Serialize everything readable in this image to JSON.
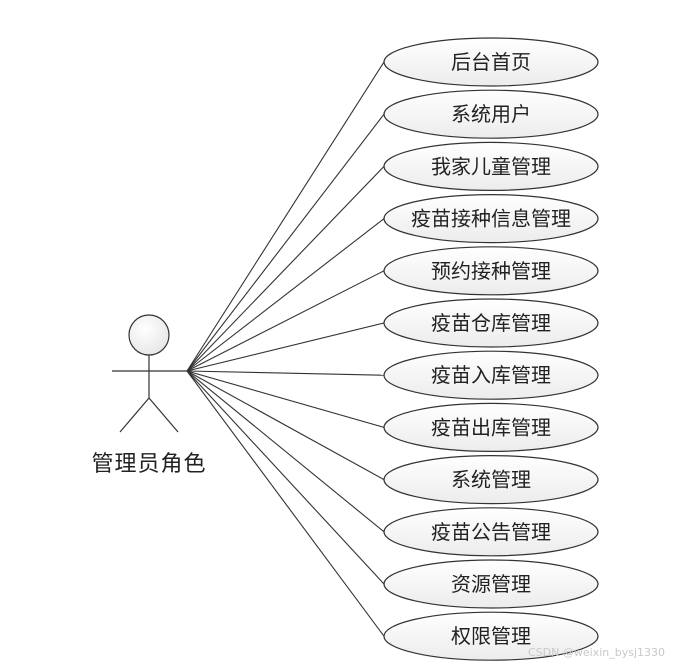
{
  "actor": {
    "label": "管理员角色"
  },
  "use_cases": [
    {
      "label": "后台首页"
    },
    {
      "label": "系统用户"
    },
    {
      "label": "我家儿童管理"
    },
    {
      "label": "疫苗接种信息管理"
    },
    {
      "label": "预约接种管理"
    },
    {
      "label": "疫苗仓库管理"
    },
    {
      "label": "疫苗入库管理"
    },
    {
      "label": "疫苗出库管理"
    },
    {
      "label": "系统管理"
    },
    {
      "label": "疫苗公告管理"
    },
    {
      "label": "资源管理"
    },
    {
      "label": "权限管理"
    }
  ],
  "watermark": "CSDN @weixin_bysj1330"
}
